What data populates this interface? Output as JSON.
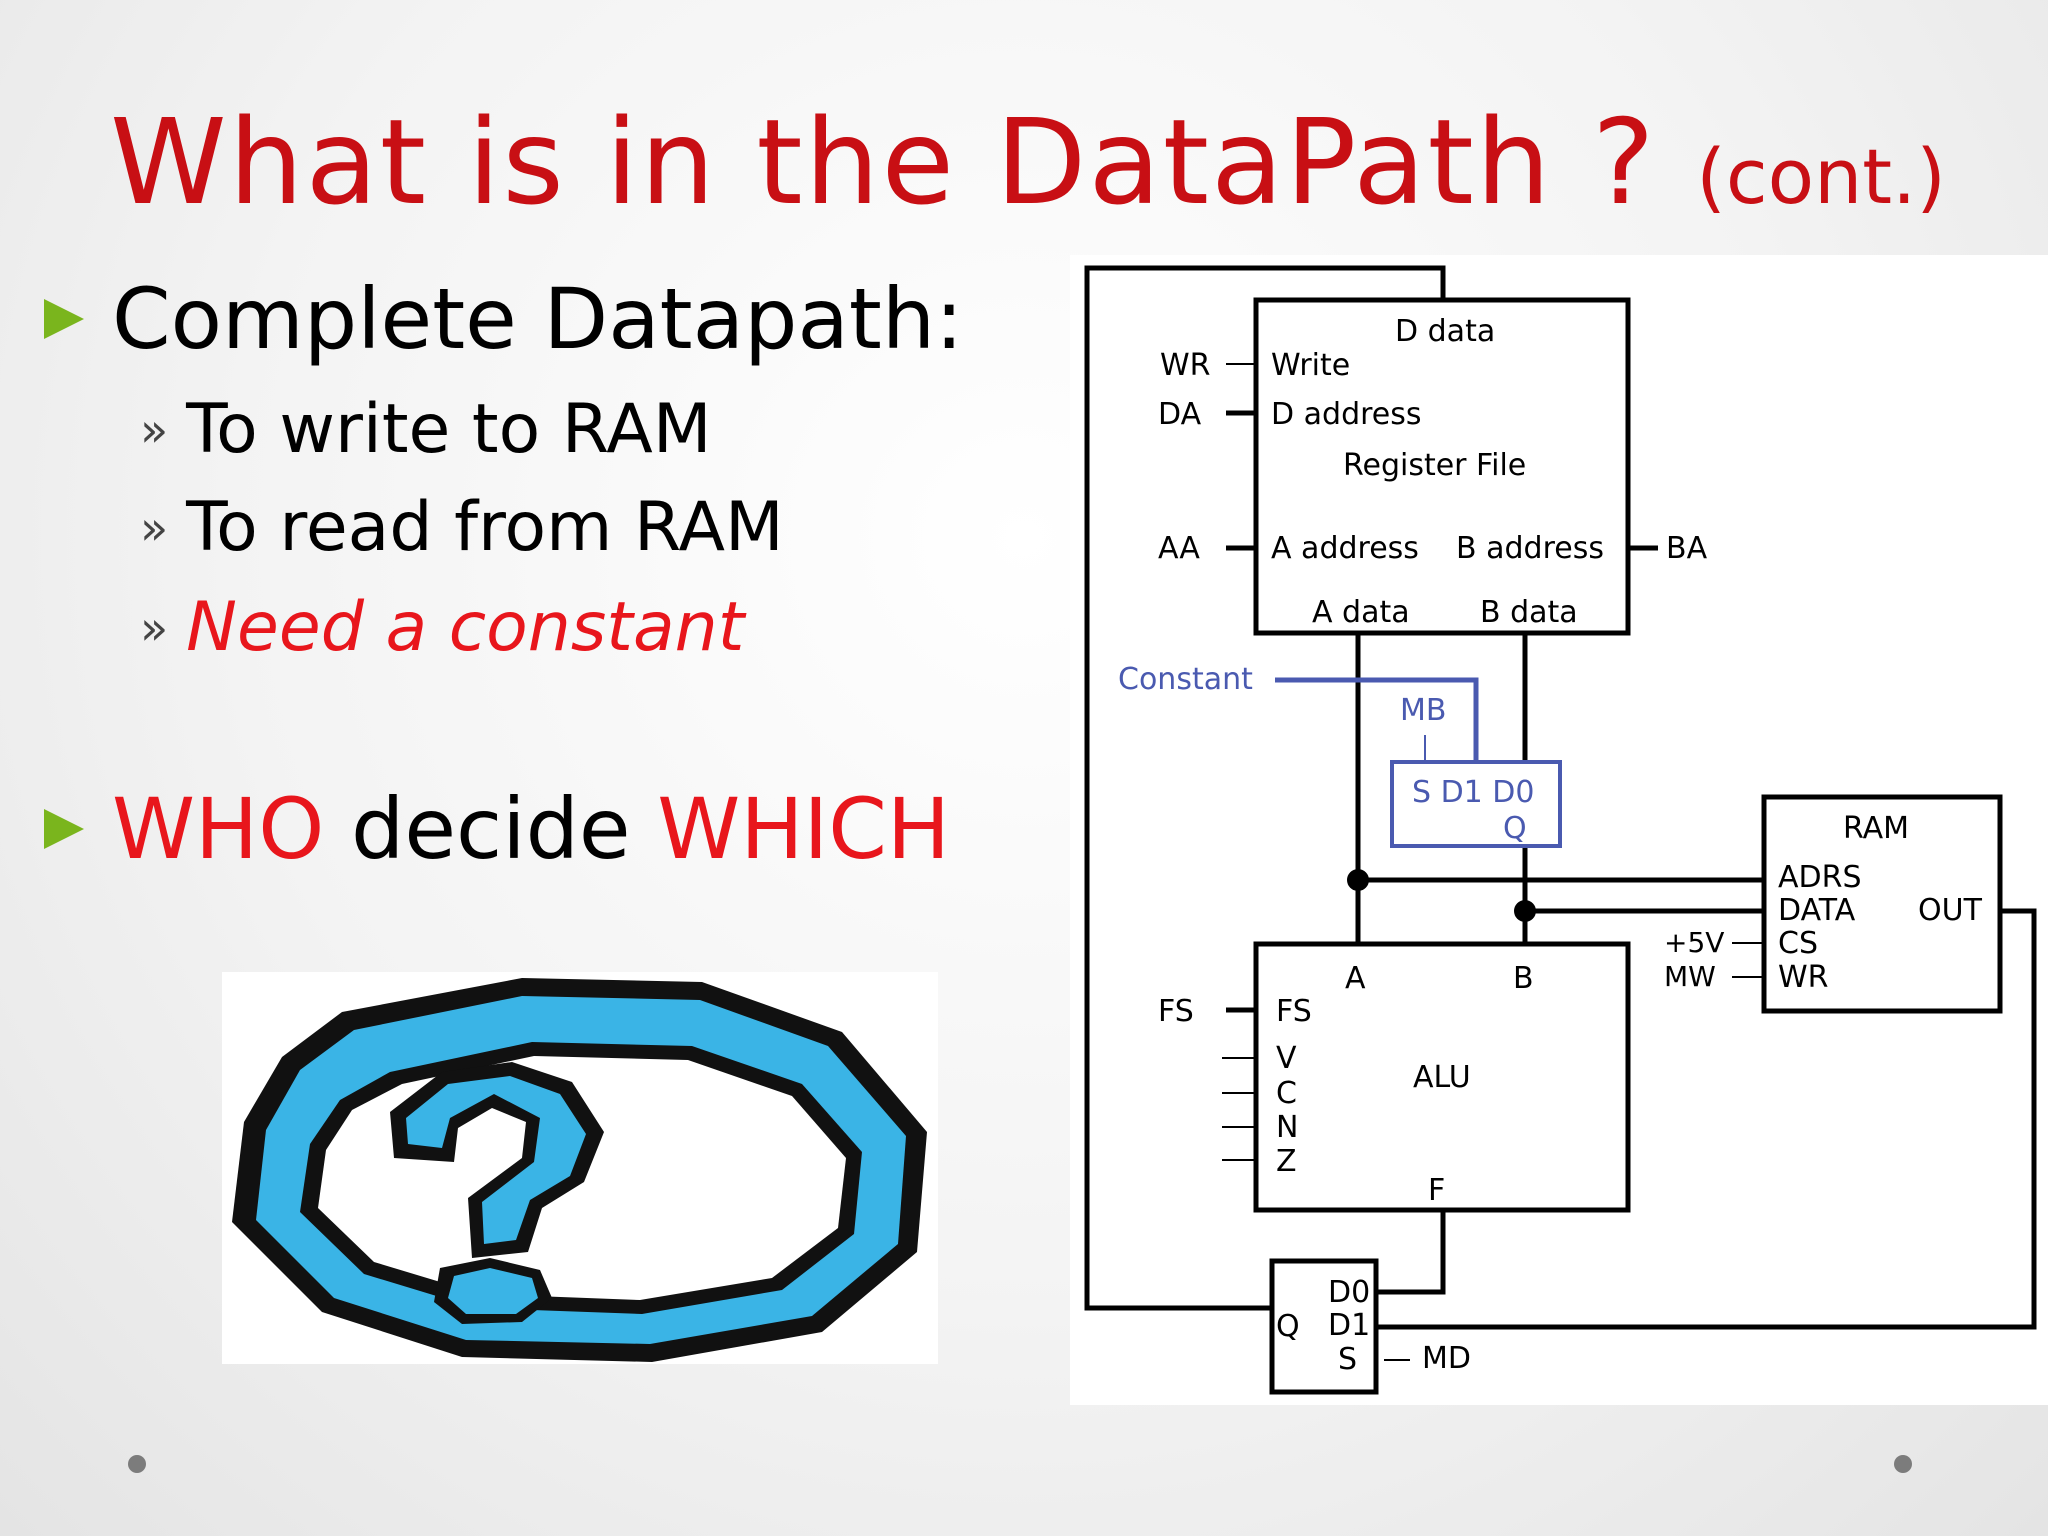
{
  "slide": {
    "title": "What is in the DataPath ?",
    "title_suffix": "(cont.)",
    "bullet1": "Complete Datapath:",
    "sub_marker": "»",
    "subs": [
      "To write to RAM",
      "To read from RAM",
      "Need a constant"
    ],
    "bullet2_a": "WHO",
    "bullet2_b": "decide",
    "bullet2_c": "WHICH"
  },
  "diagram": {
    "regfile": {
      "d_data": "D data",
      "write": "Write",
      "d_address": "D address",
      "name": "Register File",
      "a_address": "A address",
      "b_address": "B address",
      "a_data": "A data",
      "b_data": "B data"
    },
    "signals": {
      "wr": "WR",
      "da": "DA",
      "aa": "AA",
      "ba": "BA",
      "fs": "FS",
      "constant": "Constant",
      "mb": "MB",
      "md": "MD",
      "plus5v": "+5V",
      "mw": "MW"
    },
    "mux_b": {
      "line1": "S D1 D0",
      "q": "Q"
    },
    "ram": {
      "name": "RAM",
      "adrs": "ADRS",
      "data": "DATA",
      "cs": "CS",
      "wr": "WR",
      "out": "OUT"
    },
    "alu": {
      "a": "A",
      "b": "B",
      "fs": "FS",
      "v": "V",
      "c": "C",
      "n": "N",
      "z": "Z",
      "name": "ALU",
      "f": "F"
    },
    "mux_d": {
      "d0": "D0",
      "d1": "D1",
      "s": "S",
      "q": "Q"
    }
  },
  "colors": {
    "title": "#c80f14",
    "highlight": "#e8161c",
    "bullet_arrow": "#7ab51d",
    "constant_blue": "#4a5ab0",
    "icon_blue": "#3ab4e6"
  }
}
